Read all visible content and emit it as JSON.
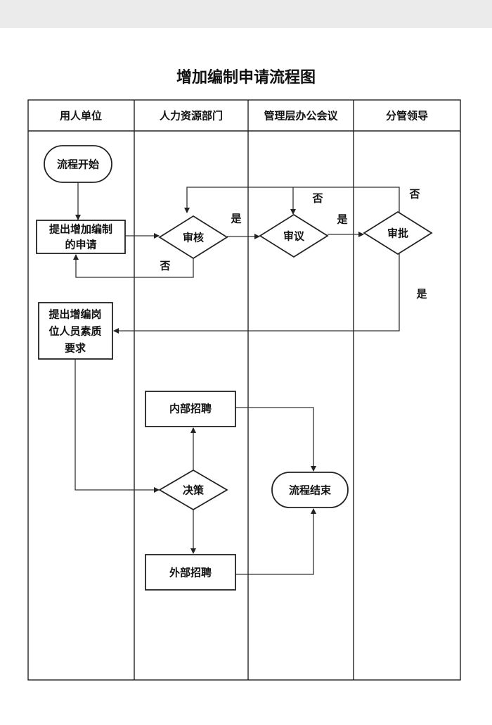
{
  "title": "增加编制申请流程图",
  "lanes": [
    "用人单位",
    "人力资源部门",
    "管理层办公会议",
    "分管领导"
  ],
  "nodes": {
    "start": "流程开始",
    "apply": [
      "提出增加编制",
      "的申请"
    ],
    "review": "审核",
    "deliberate": "审议",
    "approve": "审批",
    "requirements": [
      "提出增编岗",
      "位人员素质",
      "要求"
    ],
    "internal": "内部招聘",
    "decision": "决策",
    "external": "外部招聘",
    "end": "流程结束"
  },
  "edge_labels": {
    "review_yes": "是",
    "review_no": "否",
    "deliberate_yes": "是",
    "deliberate_no": "否",
    "approve_no": "否",
    "approve_yes": "是"
  }
}
